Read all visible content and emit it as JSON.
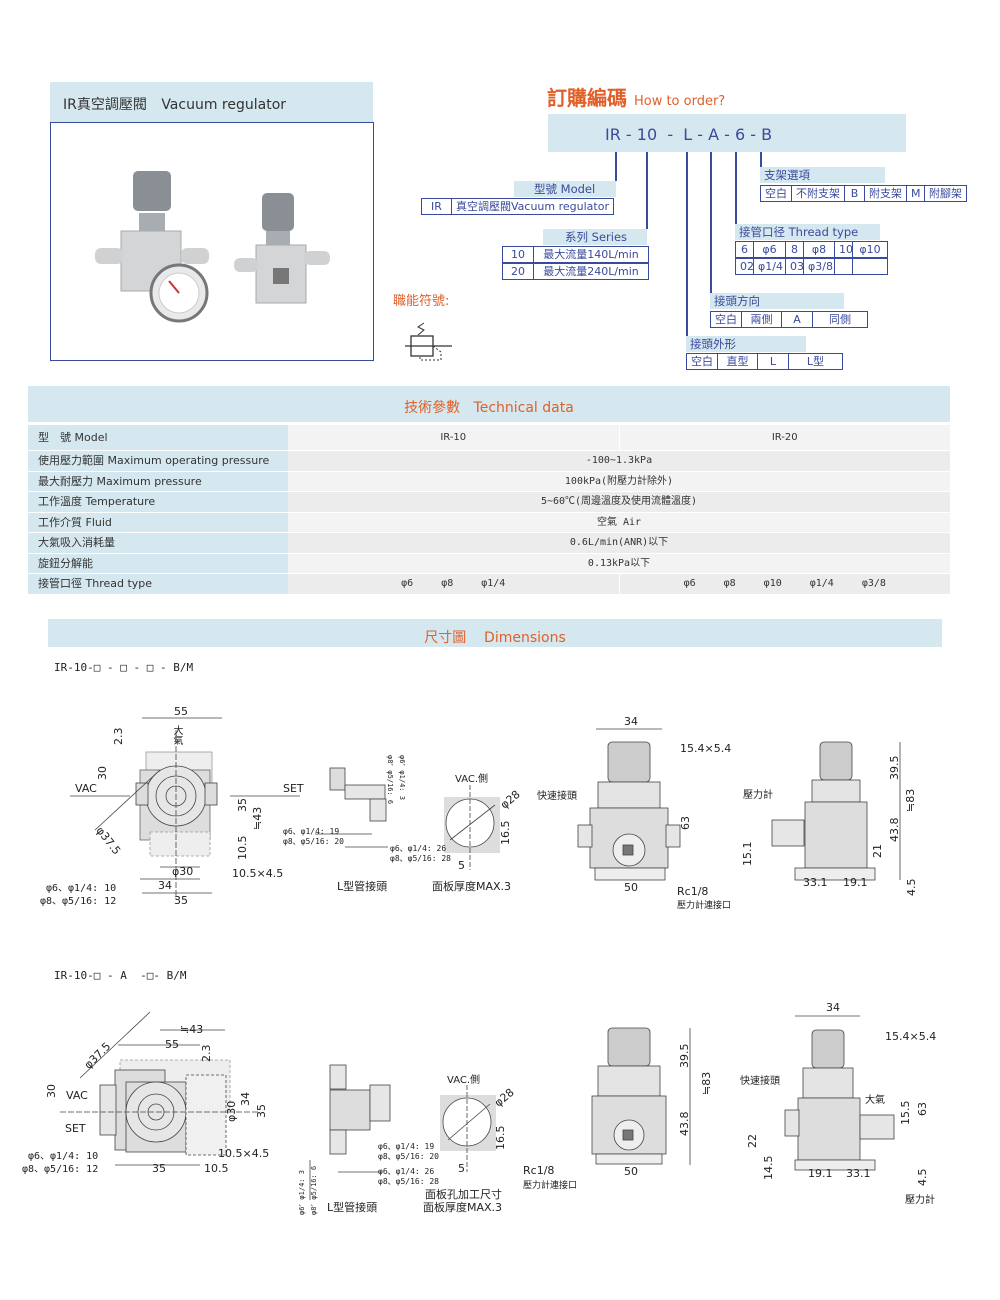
{
  "product": {
    "title": "IR真空調壓閥",
    "title_en": "Vacuum regulator"
  },
  "order": {
    "title": "訂購編碼",
    "title_en": "How to order?",
    "code": "IR - 10  -  L - A - 6 - B",
    "model": {
      "head": "型號 Model",
      "cells": [
        "IR",
        "真空調壓閥Vacuum regulator"
      ]
    },
    "series": {
      "head": "系列 Series",
      "rows": [
        [
          "10",
          "最大流量140L/min"
        ],
        [
          "20",
          "最大流量240L/min"
        ]
      ]
    },
    "bracket": {
      "head": "支架選項",
      "cells": [
        "空白",
        "不附支架",
        "B",
        "附支架",
        "M",
        "附腳架"
      ]
    },
    "thread": {
      "head": "接管口径 Thread type",
      "rows": [
        [
          "6",
          "φ6",
          "8",
          "φ8",
          "10",
          "φ10"
        ],
        [
          "02",
          "φ1/4",
          "03",
          "φ3/8",
          "",
          ""
        ]
      ]
    },
    "direction": {
      "head": "接頭方向",
      "cells": [
        "空白",
        "兩側",
        "A",
        "同側"
      ]
    },
    "shape": {
      "head": "接頭外形",
      "cells": [
        "空白",
        "直型",
        "L",
        "L型"
      ]
    }
  },
  "symbol_label": "職能符號:",
  "tech": {
    "title": "技術參數",
    "title_en": "Technical data",
    "rows": [
      {
        "k": "型　號",
        "k_en": "Model",
        "v1": "IR-10",
        "v2": "IR-20"
      },
      {
        "k": "使用壓力範圍",
        "k_en": "Maximum operating pressure",
        "v": "-100~1.3kPa"
      },
      {
        "k": "最大耐壓力",
        "k_en": "Maximum pressure",
        "v": "100kPa(附壓力計除外)"
      },
      {
        "k": "工作溫度",
        "k_en": "Temperature",
        "v": "5~60℃(周邊溫度及使用流體溫度)"
      },
      {
        "k": "工作介質",
        "k_en": "Fluid",
        "v": "空氣 Air"
      },
      {
        "k": "大氣吸入消耗量",
        "k_en": "",
        "v": "0.6L/min(ANR)以下"
      },
      {
        "k": "旋鈕分解能",
        "k_en": "",
        "v": "0.13kPa以下"
      },
      {
        "k": "接管口徑",
        "k_en": "Thread type",
        "v1": [
          "φ6",
          "φ8",
          "φ1/4"
        ],
        "v2": [
          "φ6",
          "φ8",
          "φ10",
          "φ1/4",
          "φ3/8"
        ]
      }
    ]
  },
  "dims": {
    "title": "尺寸圖",
    "title_en": "Dimensions",
    "code1": "IR-10-□ - □ - □ - B/M",
    "code2": "IR-10-□ - A  -□- B/M",
    "a": {
      "w55": "55",
      "h23": "2.3",
      "atm": "大氣",
      "h30": "30",
      "vac": "VAC",
      "set": "SET",
      "h35": "35",
      "h43": "≒43",
      "h105": "10.5",
      "d375": "φ37.5",
      "d30": "φ30",
      "slot": "10.5×4.5",
      "w34": "34",
      "w35": "35",
      "p1": "φ6、φ1/4: 10",
      "p2": "φ8、φ5/16: 12"
    },
    "l1": {
      "v": "φ6、φ1/4: 3  φ8、φ5/16: 6",
      "a1": "φ6、φ1/4: 19",
      "a2": "φ8、φ5/16: 20",
      "b1": "φ6、φ1/4: 26",
      "b2": "φ8、φ5/16: 28",
      "cap": "L型管接頭"
    },
    "p1": {
      "vac": "VAC.側",
      "d28": "φ28",
      "h165": "16.5",
      "w5": "5",
      "cap": "面板厚度MAX.3"
    },
    "f1": {
      "w34": "34",
      "slot": "15.4×5.4",
      "quick": "快速接頭",
      "h63": "63",
      "w50": "50",
      "rc": "Rc1/8",
      "gauge_port": "壓力計連接口"
    },
    "s1": {
      "gauge": "壓力計",
      "h395": "39.5",
      "h83": "≒83",
      "h438": "43.8",
      "h21": "21",
      "h151": "15.1",
      "w331": "33.1",
      "w191": "19.1",
      "h45": "4.5"
    },
    "b": {
      "w43": "≒43",
      "w55": "55",
      "d375": "φ37.5",
      "h23": "2.3",
      "h30": "30",
      "vac": "VAC",
      "set": "SET",
      "h34": "34",
      "d30": "φ30",
      "h35": "35",
      "slot": "10.5×4.5",
      "p1": "φ6、φ1/4: 10",
      "p2": "φ8、φ5/16: 12",
      "w35": "35",
      "w105": "10.5"
    },
    "l2": {
      "v": "φ6、φ1/4: 3  φ8、φ5/16: 6",
      "a1": "φ6、φ1/4: 19",
      "a2": "φ8、φ5/16: 20",
      "b1": "φ6、φ1/4: 26",
      "b2": "φ8、φ5/16: 28",
      "cap": "L型管接頭"
    },
    "p2": {
      "vac": "VAC.側",
      "d28": "φ28",
      "h165": "16.5",
      "w5": "5",
      "cap1": "面板孔加工尺寸",
      "cap2": "面板厚度MAX.3"
    },
    "f2": {
      "h395": "39.5",
      "h83": "≒83",
      "h438": "43.8",
      "rc": "Rc1/8",
      "gauge_port": "壓力計連接口",
      "w50": "50"
    },
    "s2": {
      "w34": "34",
      "slot": "15.4×5.4",
      "quick": "快速接頭",
      "atm": "大氣",
      "h155": "15.5",
      "h63": "63",
      "h22": "22",
      "h145": "14.5",
      "w191": "19.1",
      "w331": "33.1",
      "h45": "4.5",
      "gauge": "壓力計"
    }
  },
  "colors": {
    "light_blue": "#d5e8ef",
    "navy": "#3a4a9c",
    "orange": "#e0602a"
  }
}
